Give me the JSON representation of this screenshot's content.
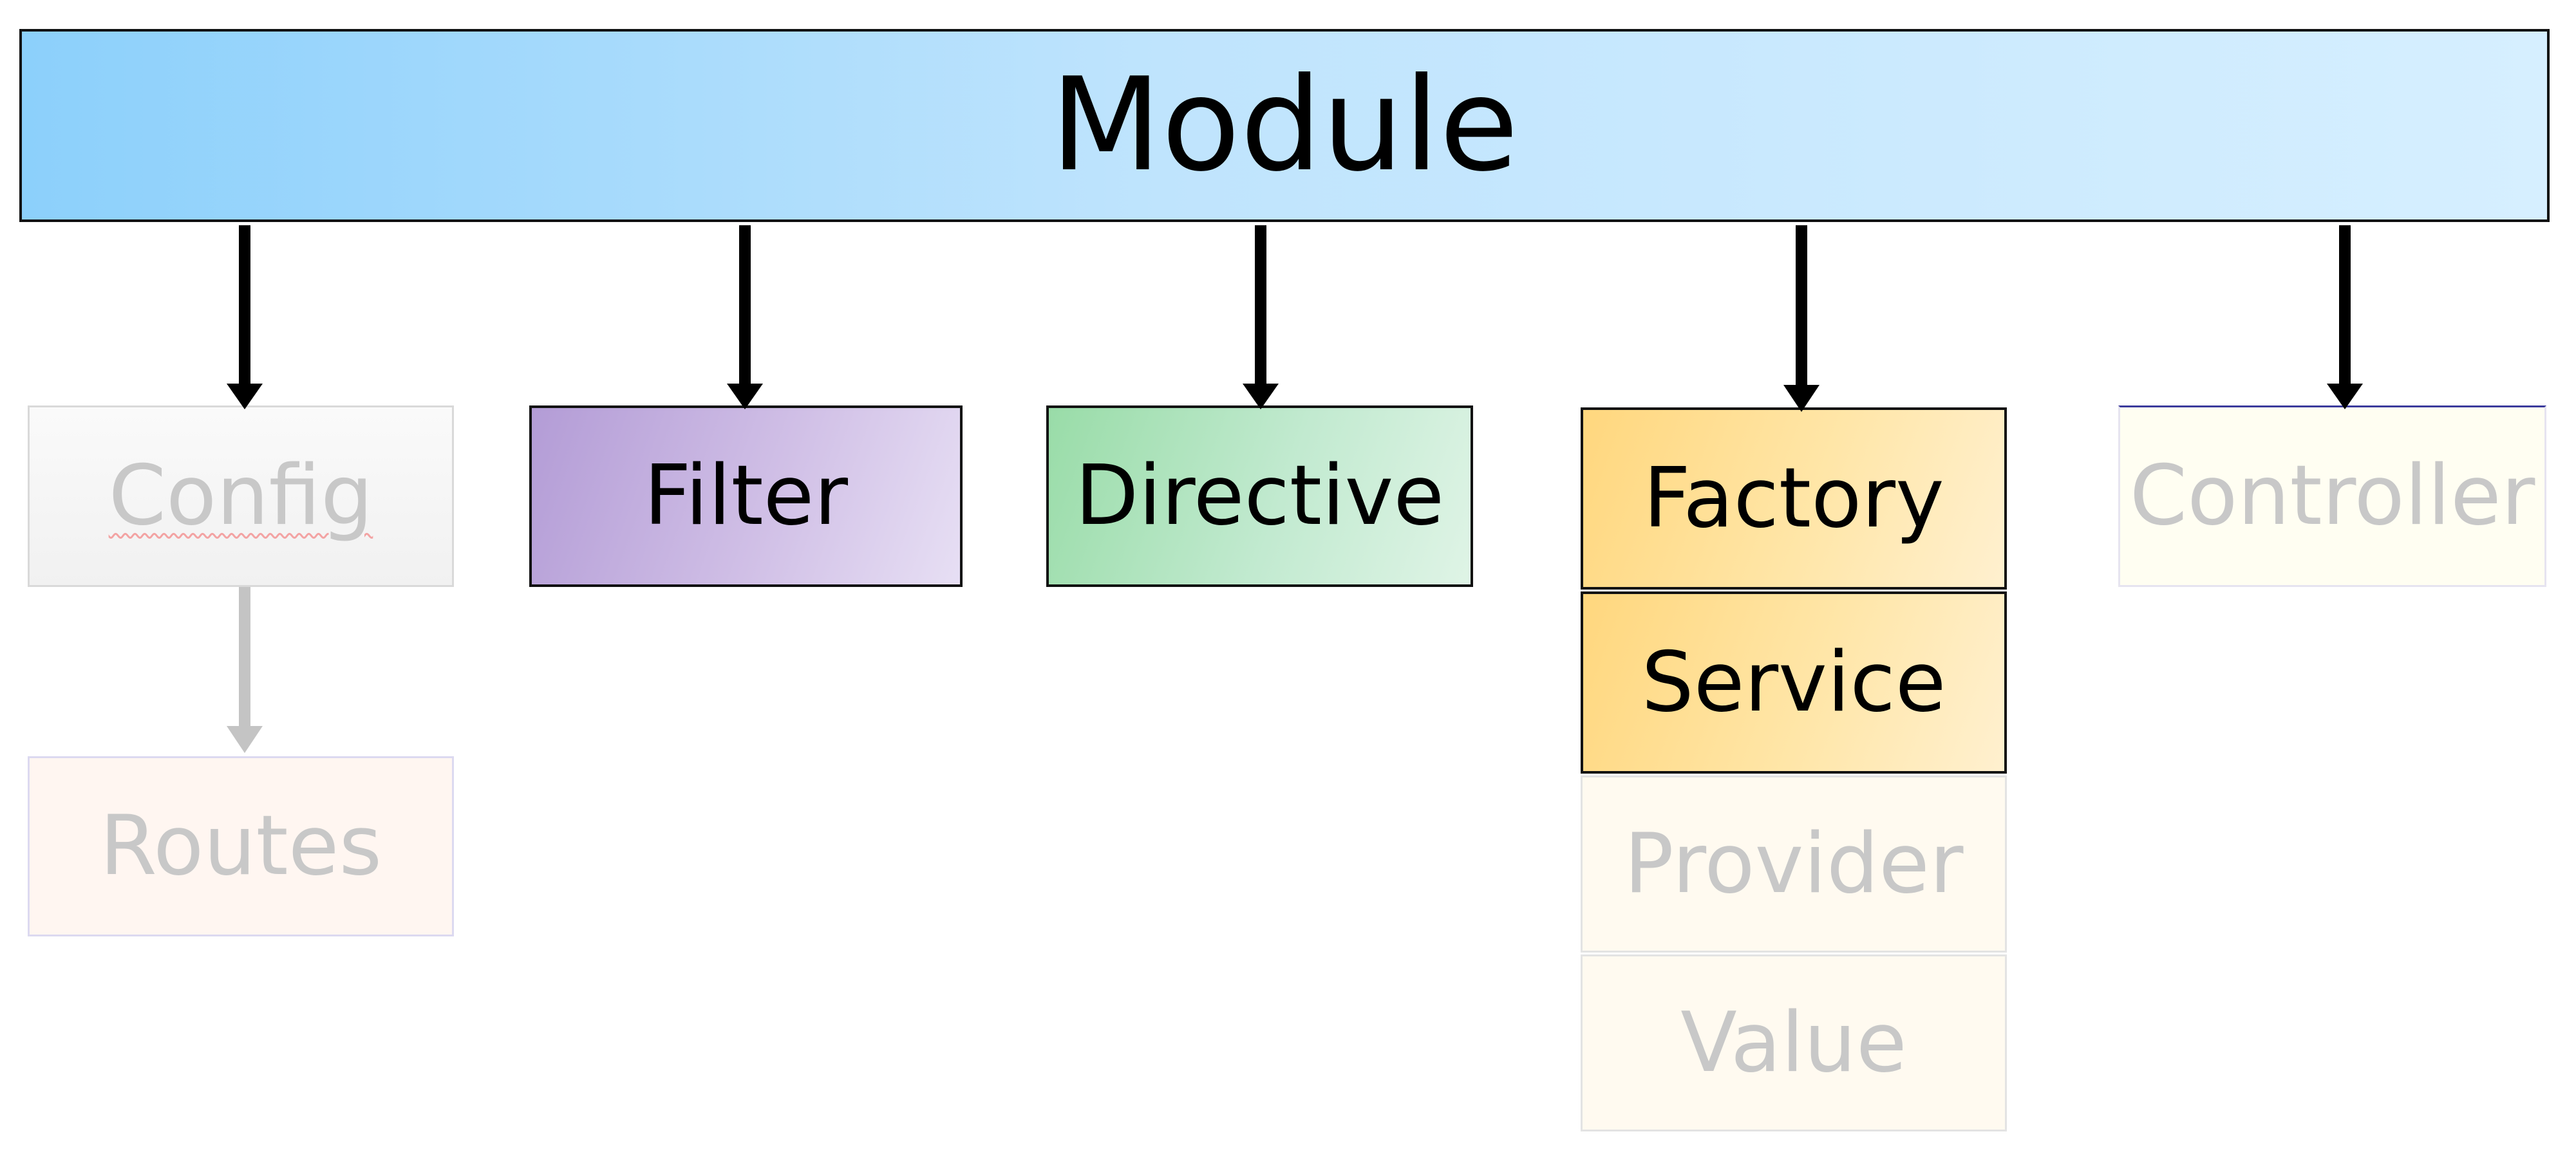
{
  "module": {
    "label": "Module"
  },
  "boxes": {
    "config": "Config",
    "routes": "Routes",
    "filter": "Filter",
    "directive": "Directive",
    "factory": "Factory",
    "service": "Service",
    "provider": "Provider",
    "value": "Value",
    "controller": "Controller"
  },
  "colors": {
    "module_fill": "#bfe4fd",
    "filter_fill": "#c9b6e3",
    "directive_fill": "#bfe8cc",
    "factory_service_fill": "#ffe3a0",
    "faded_text": "#c8c8c8",
    "arrow_active": "#000000",
    "arrow_faded": "#c4c4c4"
  }
}
